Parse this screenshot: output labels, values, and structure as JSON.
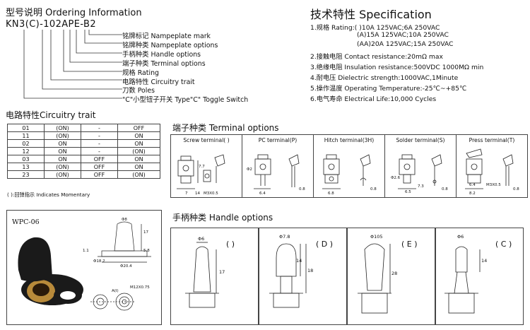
{
  "ordering": {
    "title": "型号说明 Ordering Information",
    "code": "KN3(C)-102APE-B2",
    "items": [
      "铭牌标记 Nampeplate mark",
      "铭牌种类 Nampeplate options",
      "手柄种类 Handle options",
      "端子种类 Terminal options",
      "规格 Rating",
      "电路特性 Circuitry trait",
      "刀数 Poles",
      "\"C\"小型钮子开关 Type\"C\" Toggle Switch"
    ]
  },
  "spec": {
    "title": "技术特性 Specification",
    "lines": [
      "1.规格 Rating:( )10A 125VAC;6A  250VAC",
      "(A)15A 125VAC;10A  250VAC",
      "(AA)20A 125VAC;15A  250VAC",
      "2.接触电阻 Contact resistance:20mΩ max",
      "3.绝缘电阻 Insulation resistance:500VDC  1000MΩ  min",
      "4.耐电压 Dielectric strength:1000VAC,1Minute",
      "5.操作温度 Operating Temperature:-25℃~+85℃",
      "6.电气寿命 Electrical Life:10,000 Cycles"
    ]
  },
  "circuitry": {
    "title": "电路特性Circuitry trait",
    "rows": [
      [
        "01",
        "(ON)",
        "-",
        "OFF"
      ],
      [
        "11",
        "(ON)",
        "-",
        "ON"
      ],
      [
        "02",
        "ON",
        "-",
        "ON"
      ],
      [
        "12",
        "ON",
        "-",
        "(ON)"
      ],
      [
        "03",
        "ON",
        "OFF",
        "ON"
      ],
      [
        "13",
        "(ON)",
        "OFF",
        "ON"
      ],
      [
        "23",
        "(ON)",
        "OFF",
        "(ON)"
      ]
    ],
    "note": "( ):回弹指示 Indicates Momentary"
  },
  "terminal": {
    "title": "端子种类 Terminal options",
    "boxes": [
      {
        "label": "Screw terminal( )",
        "dims": [
          "7",
          "14",
          "M3X0.5",
          "7.7"
        ]
      },
      {
        "label": "PC terminal(P)",
        "dims": [
          "Φ2",
          "6.4",
          "0.8"
        ]
      },
      {
        "label": "Hitch terminal(3H)",
        "dims": [
          "6.8",
          "0.8"
        ]
      },
      {
        "label": "Solder terminal(S)",
        "dims": [
          "Φ2.6",
          "6.5",
          "7.3",
          "0.8"
        ]
      },
      {
        "label": "Press terminal(T)",
        "dims": [
          "6.4",
          "8.2",
          "M3X0.5",
          "0.8"
        ]
      }
    ]
  },
  "handle": {
    "title": "手柄种类 Handle options",
    "boxes": [
      {
        "label": "( )",
        "dia": "Φ6",
        "len": "17"
      },
      {
        "label": "( D )",
        "dia": "Φ7.8",
        "len": "14",
        "len2": "18"
      },
      {
        "label": "( E )",
        "dia": "Φ105",
        "len": "28"
      },
      {
        "label": "( C )",
        "dia": "Φ6",
        "len": "14"
      }
    ]
  },
  "wpc": {
    "title": "WPC-06",
    "dims": [
      "Φ8",
      "17",
      "1.1",
      "5.8",
      "Φ18.2",
      "Φ20.4",
      "A(I)",
      "M12X0.75"
    ]
  },
  "colors": {
    "line": "#444444",
    "text": "#111111",
    "rubber": "#1a1a1a",
    "brass": "#b88a3a"
  }
}
